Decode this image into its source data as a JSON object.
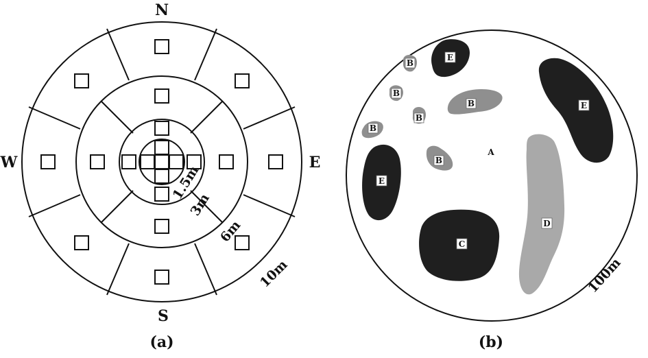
{
  "panel_a": {
    "directions": {
      "north": "N",
      "south": "S",
      "west": "W",
      "east": "E"
    },
    "radius_labels": {
      "r1": "1.5m",
      "r2": "3m",
      "r3": "6m",
      "r4": "10m"
    },
    "caption": "(a)"
  },
  "panel_b": {
    "radius_label": "100m",
    "caption": "(b)",
    "background_label": "A",
    "patches": [
      {
        "label": "E",
        "shade": "dark"
      },
      {
        "label": "E",
        "shade": "dark"
      },
      {
        "label": "E",
        "shade": "dark"
      },
      {
        "label": "C",
        "shade": "dark"
      },
      {
        "label": "D",
        "shade": "light"
      },
      {
        "label": "B",
        "shade": "medium"
      },
      {
        "label": "B",
        "shade": "medium"
      },
      {
        "label": "B",
        "shade": "medium"
      },
      {
        "label": "B",
        "shade": "medium"
      },
      {
        "label": "B",
        "shade": "medium"
      },
      {
        "label": "B",
        "shade": "medium"
      }
    ],
    "colors": {
      "dark": "#1f1f1f",
      "medium": "#8f8f8f",
      "light": "#a9a9a9"
    }
  }
}
